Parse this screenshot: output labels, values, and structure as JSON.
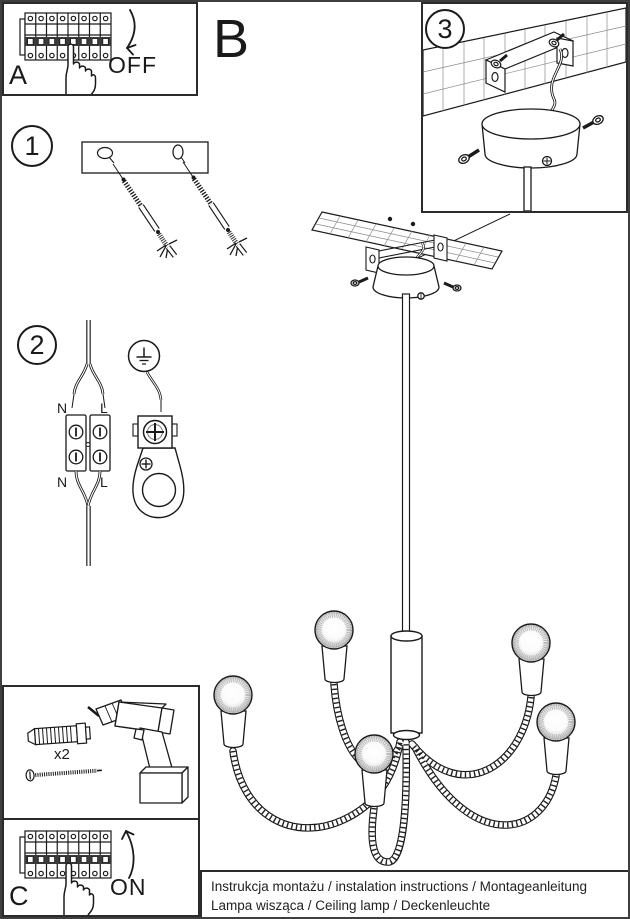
{
  "panels": {
    "a": {
      "label": "A",
      "action": "OFF"
    },
    "c": {
      "label": "C",
      "action": "ON"
    }
  },
  "section_b": {
    "label": "B"
  },
  "steps": {
    "one": "1",
    "two": "2",
    "three": "3"
  },
  "wiring": {
    "n_top": "N",
    "l_top": "L",
    "n_bottom": "N",
    "l_bottom": "L"
  },
  "tools": {
    "quantity": "x2"
  },
  "footer": {
    "line1": "Instrukcja montażu / instalation instructions / Montageanleitung",
    "line2": "Lampa wisząca / Ceiling lamp / Deckenleuchte"
  },
  "colors": {
    "ink": "#1a1a1a",
    "paper": "#ffffff"
  }
}
